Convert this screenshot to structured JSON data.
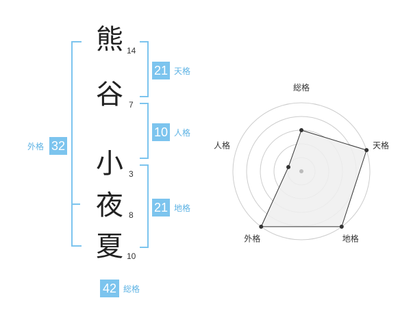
{
  "name": {
    "chars": [
      {
        "char": "熊",
        "strokes": "14"
      },
      {
        "char": "谷",
        "strokes": "7"
      },
      {
        "char": "小",
        "strokes": "3"
      },
      {
        "char": "夜",
        "strokes": "8"
      },
      {
        "char": "夏",
        "strokes": "10"
      }
    ]
  },
  "kaku": {
    "tenkaku": {
      "value": "21",
      "label": "天格"
    },
    "jinkaku": {
      "value": "10",
      "label": "人格"
    },
    "chikaku": {
      "value": "21",
      "label": "地格"
    },
    "gaikaku": {
      "value": "32",
      "label": "外格"
    },
    "soukaku": {
      "value": "42",
      "label": "総格"
    }
  },
  "colors": {
    "accent": "#7cc4ee",
    "accent_text": "#5eb3e4",
    "radar_fill": "#eeeeee",
    "radar_line": "#333333",
    "grid": "#cccccc"
  },
  "chart_data": {
    "type": "radar",
    "axes": [
      "総格",
      "天格",
      "地格",
      "外格",
      "人格"
    ],
    "values": [
      3,
      5,
      5,
      5,
      1
    ],
    "max": 5,
    "rings": 5
  }
}
